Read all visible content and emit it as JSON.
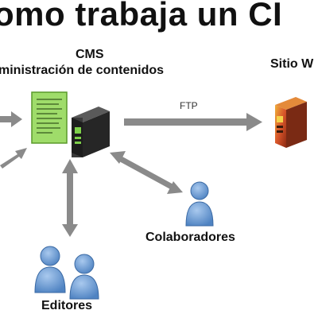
{
  "title": "omo trabaja un CI",
  "nodes": {
    "cms": {
      "label": "CMS",
      "sublabel": "ministración de contenidos"
    },
    "site": {
      "label": "Sitio W"
    },
    "colaboradores": {
      "label": "Colaboradores"
    },
    "editores": {
      "label": "Editores"
    }
  },
  "edges": {
    "cms_to_site": {
      "label": "FTP"
    }
  },
  "icons": [
    "document-icon",
    "server-icon",
    "web-server-icon",
    "user-icon"
  ],
  "colors": {
    "arrow": "#8a8a8a",
    "document": "#9fdc6a",
    "server": "#3a3a3a",
    "server_accent": "#7ed04a",
    "web_server": "#c94a22",
    "user": "#6fa0d6"
  }
}
